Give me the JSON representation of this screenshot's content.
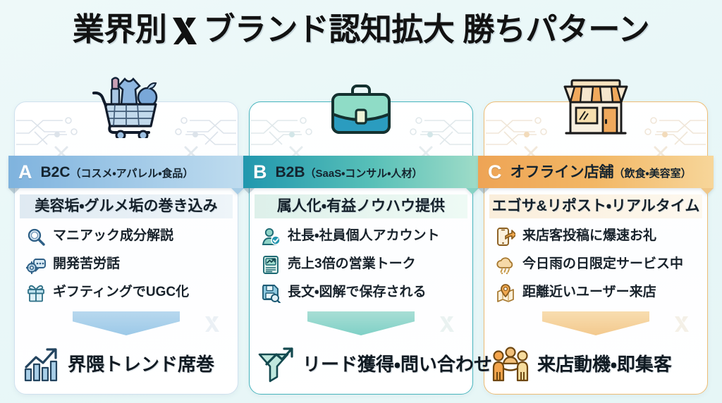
{
  "title": {
    "before": "業界別",
    "x_logo": "x-logo-icon",
    "after": "ブランド認知拡大 勝ちパターン"
  },
  "columns": [
    {
      "letter": "A",
      "top_icon": "shopping-cart-icon",
      "title_main": "B2C",
      "title_paren": "（コスメ・アパレル・食品）",
      "subtitle": "美容垢・グルメ垢の巻き込み",
      "band_color": "#7fb3de",
      "features": [
        {
          "icon": "magnifier-icon",
          "label": "マニアック成分解説"
        },
        {
          "icon": "gear-chat-icon",
          "label": "開発苦労話"
        },
        {
          "icon": "gift-icon",
          "label": "ギフティングでUGC化"
        }
      ],
      "result": {
        "icon": "chart-up-icon",
        "label": "界隈トレンド席巻"
      }
    },
    {
      "letter": "B",
      "top_icon": "briefcase-icon",
      "title_main": "B2B",
      "title_paren": "（SaaS・コンサル・人材）",
      "subtitle": "属人化・有益ノウハウ提供",
      "band_color": "#2197ae",
      "features": [
        {
          "icon": "verified-user-icon",
          "label": "社長・社員個人アカウント"
        },
        {
          "icon": "report-chart-icon",
          "label": "売上3倍の営業トーク"
        },
        {
          "icon": "save-search-icon",
          "label": "長文・図解で保存される"
        }
      ],
      "result": {
        "icon": "funnel-growth-icon",
        "label": "リード獲得・問い合わせ"
      }
    },
    {
      "letter": "C",
      "top_icon": "storefront-icon",
      "title_main": "オフライン店舗",
      "title_paren": "（飲食・美容室）",
      "subtitle": "エゴサ&リポスト・リアルタイム",
      "band_color": "#eea455",
      "features": [
        {
          "icon": "phone-share-icon",
          "label": "来店客投稿に爆速お礼"
        },
        {
          "icon": "rain-cloud-icon",
          "label": "今日雨の日限定サービス中"
        },
        {
          "icon": "map-pin-icon",
          "label": "距離近いユーザー来店"
        }
      ],
      "result": {
        "icon": "people-group-icon",
        "label": "来店動機・即集客"
      }
    }
  ]
}
